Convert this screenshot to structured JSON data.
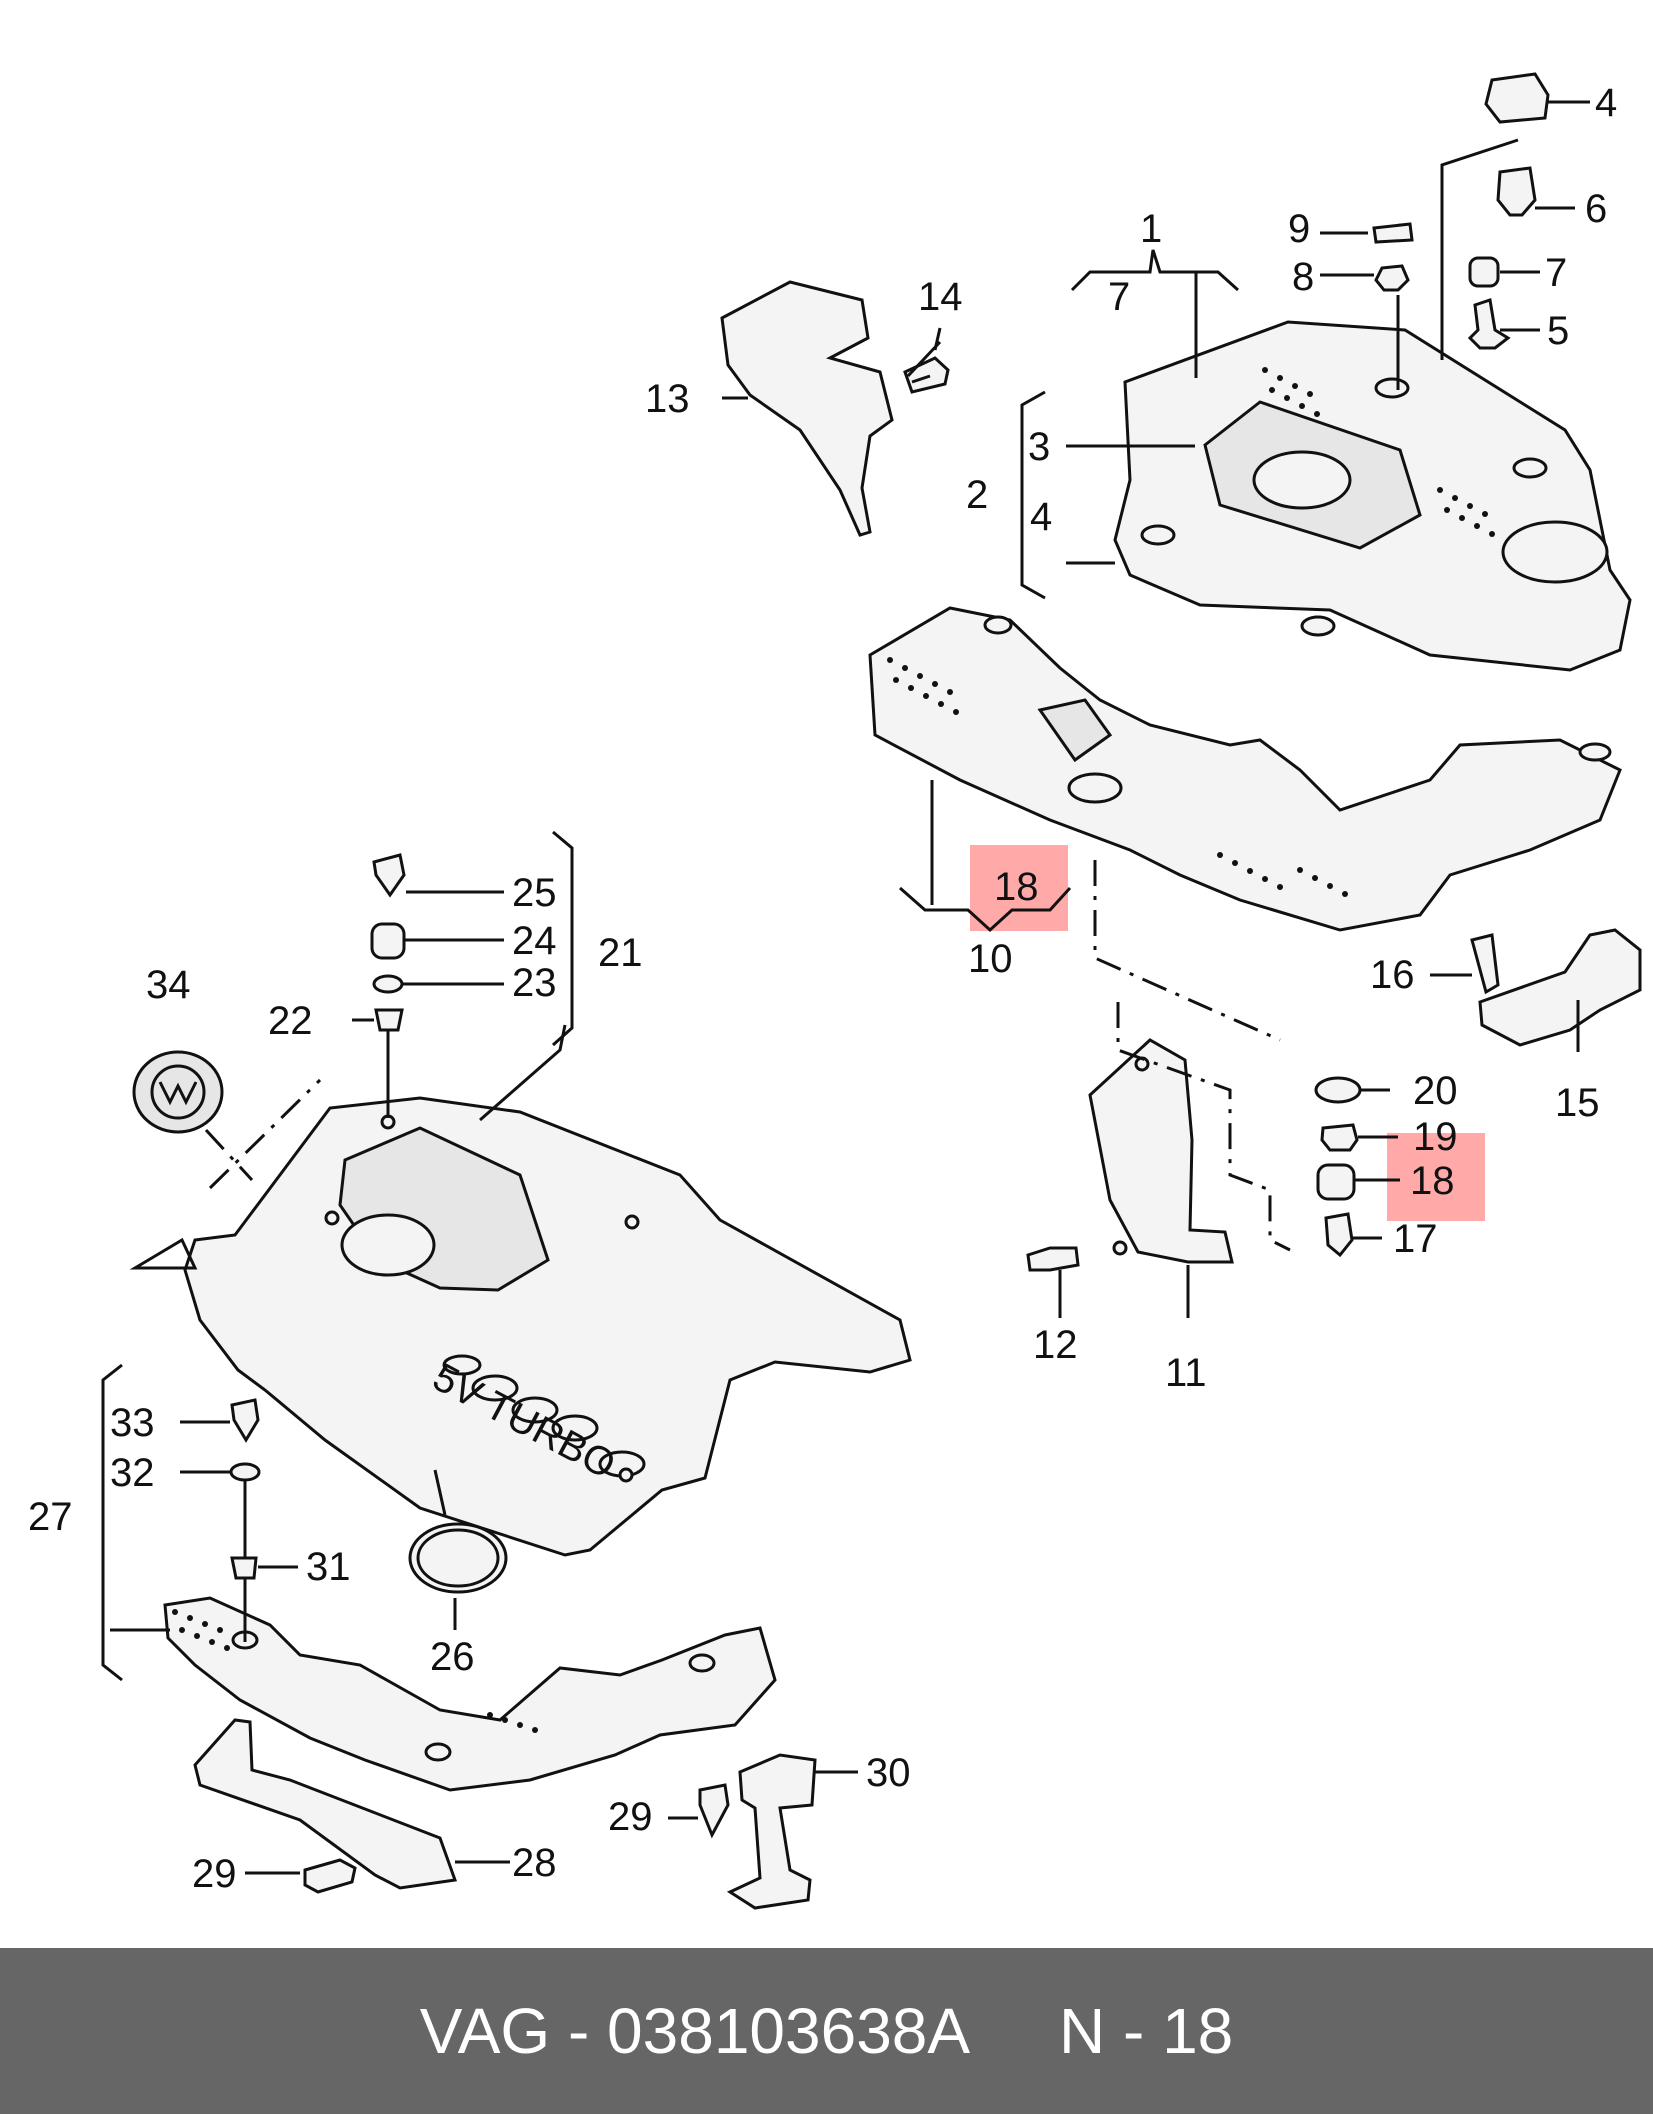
{
  "colors": {
    "highlight": "#ff6f6f",
    "footer_bg": "#666666",
    "footer_text": "#ffffff"
  },
  "callouts": {
    "c1": "1",
    "c2": "2",
    "c3": "3",
    "c4a": "4",
    "c4b": "4",
    "c5": "5",
    "c6": "6",
    "c7a": "7",
    "c7b": "7",
    "c8": "8",
    "c9": "9",
    "c10": "10",
    "c11": "11",
    "c12": "12",
    "c13": "13",
    "c14": "14",
    "c15": "15",
    "c16": "16",
    "c17": "17",
    "c18a": "18",
    "c18b": "18",
    "c19": "19",
    "c20": "20",
    "c21": "21",
    "c22": "22",
    "c23": "23",
    "c24": "24",
    "c25": "25",
    "c26": "26",
    "c27": "27",
    "c28": "28",
    "c29a": "29",
    "c29b": "29",
    "c30": "30",
    "c31": "31",
    "c32": "32",
    "c33": "33",
    "c34": "34"
  },
  "engraving": {
    "turbo": "5V TURBO"
  },
  "footer": {
    "brand": "VAG",
    "sep": " - ",
    "part_number": "038103638A",
    "gap": "     ",
    "ref": "N - 18"
  }
}
